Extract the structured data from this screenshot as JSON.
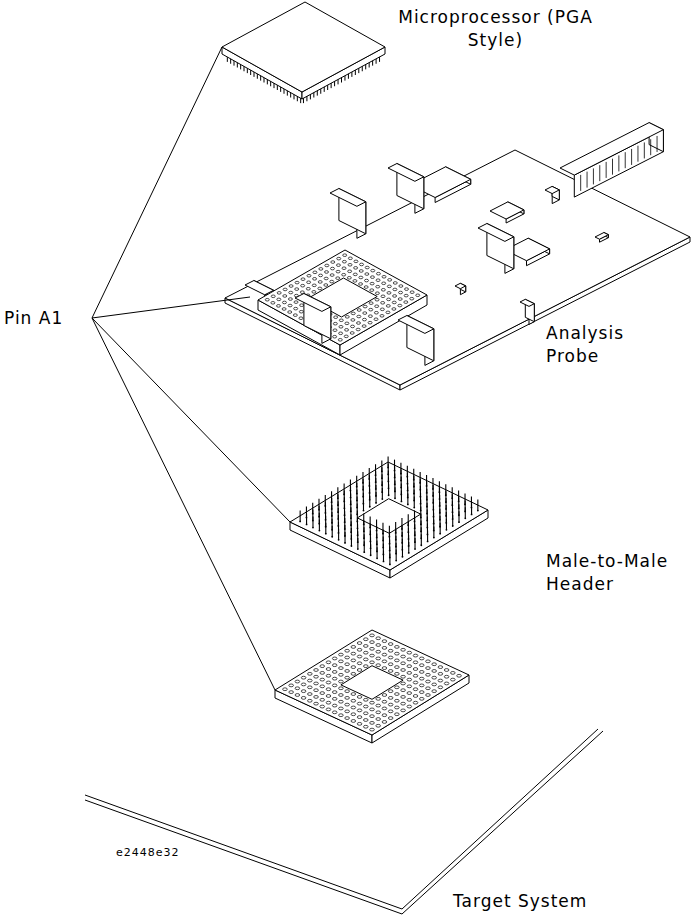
{
  "diagram": {
    "labels": [
      "Microprocessor (PGA Style)",
      "Pin A1",
      "Analysis Probe",
      "Male-to-Male Header",
      "Target System",
      "e2448e32"
    ]
  }
}
